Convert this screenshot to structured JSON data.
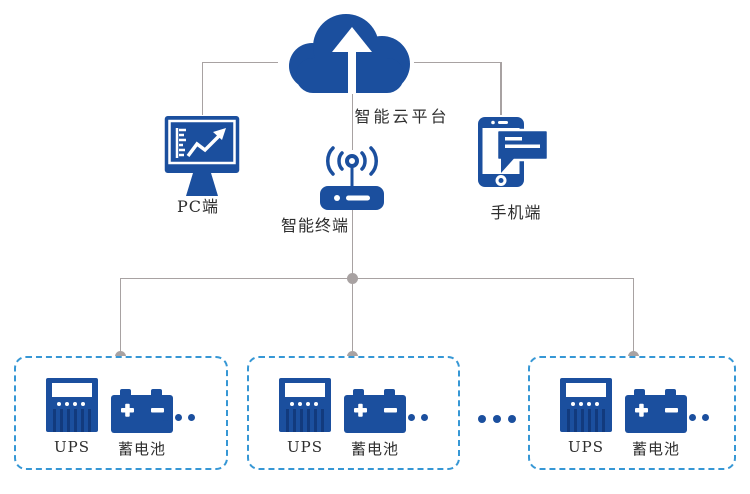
{
  "diagram_title": "UPS / battery remote monitoring architecture",
  "colors": {
    "icon_blue": "#1b4f9e",
    "stripe_navy": "#123a7d",
    "box_border_blue": "#3697d5",
    "connector_gray": "#a8a2a2",
    "text": "#2e2e2e"
  },
  "cloud": {
    "label": "智能云平台"
  },
  "pc": {
    "label": "PC端"
  },
  "terminal": {
    "label": "智能终端"
  },
  "phone": {
    "label": "手机端"
  },
  "groups": [
    {
      "ups_label": "UPS",
      "battery_label": "蓄电池"
    },
    {
      "ups_label": "UPS",
      "battery_label": "蓄电池"
    },
    {
      "ups_label": "UPS",
      "battery_label": "蓄电池"
    }
  ]
}
